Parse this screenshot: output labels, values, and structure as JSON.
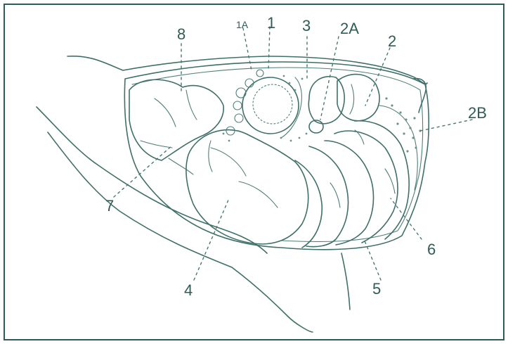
{
  "labels": {
    "l8": "8",
    "l1a": "1A",
    "l1": "1",
    "l3": "3",
    "l2a": "2A",
    "l2": "2",
    "l2b": "2B",
    "l7": "7",
    "l4": "4",
    "l5": "5",
    "l6": "6"
  },
  "colors": {
    "ink": "#3f7068",
    "frame": "#2f5c55",
    "background": "#ffffff"
  }
}
